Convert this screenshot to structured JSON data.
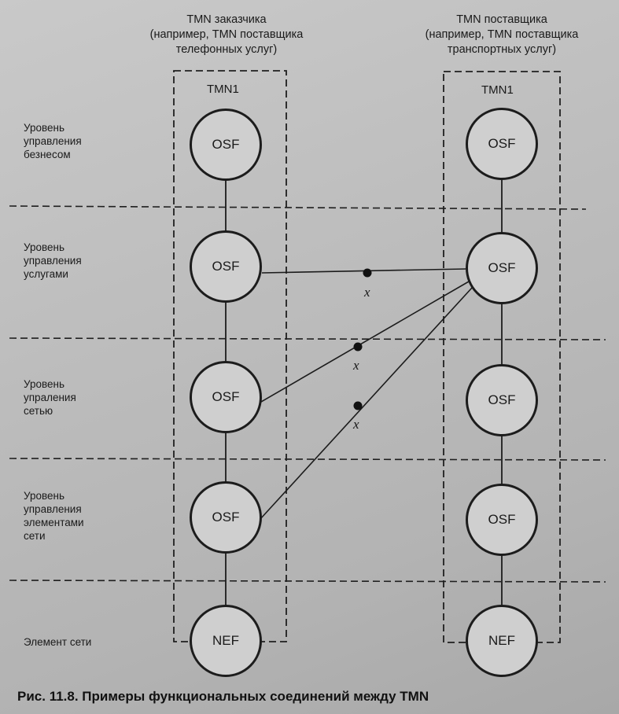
{
  "customer": {
    "header": [
      "TMN заказчика",
      "(например, TMN поставщика",
      "телефонных услуг)"
    ],
    "tmn": "TMN1"
  },
  "supplier": {
    "header": [
      "TMN поставщика",
      "(например, TMN поставщика",
      "транспортных услуг)"
    ],
    "tmn": "TMN1"
  },
  "levels": [
    {
      "id": "business",
      "label": [
        "Уровень",
        "управления",
        "безнесом"
      ]
    },
    {
      "id": "service",
      "label": [
        "Уровень",
        "управления",
        "услугами"
      ]
    },
    {
      "id": "network",
      "label": [
        "Уровень",
        "упраления",
        "сетью"
      ]
    },
    {
      "id": "element",
      "label": [
        "Уровень",
        "управления",
        "элементами",
        "сети"
      ]
    },
    {
      "id": "ne",
      "label": [
        "Элемент сети"
      ]
    }
  ],
  "nodes": {
    "customer": [
      "OSF",
      "OSF",
      "OSF",
      "OSF",
      "NEF"
    ],
    "supplier": [
      "OSF",
      "OSF",
      "OSF",
      "OSF",
      "NEF"
    ]
  },
  "connection_marks": [
    "x",
    "x",
    "x"
  ],
  "caption": "Рис. 11.8. Примеры функциональных соединений между TMN"
}
